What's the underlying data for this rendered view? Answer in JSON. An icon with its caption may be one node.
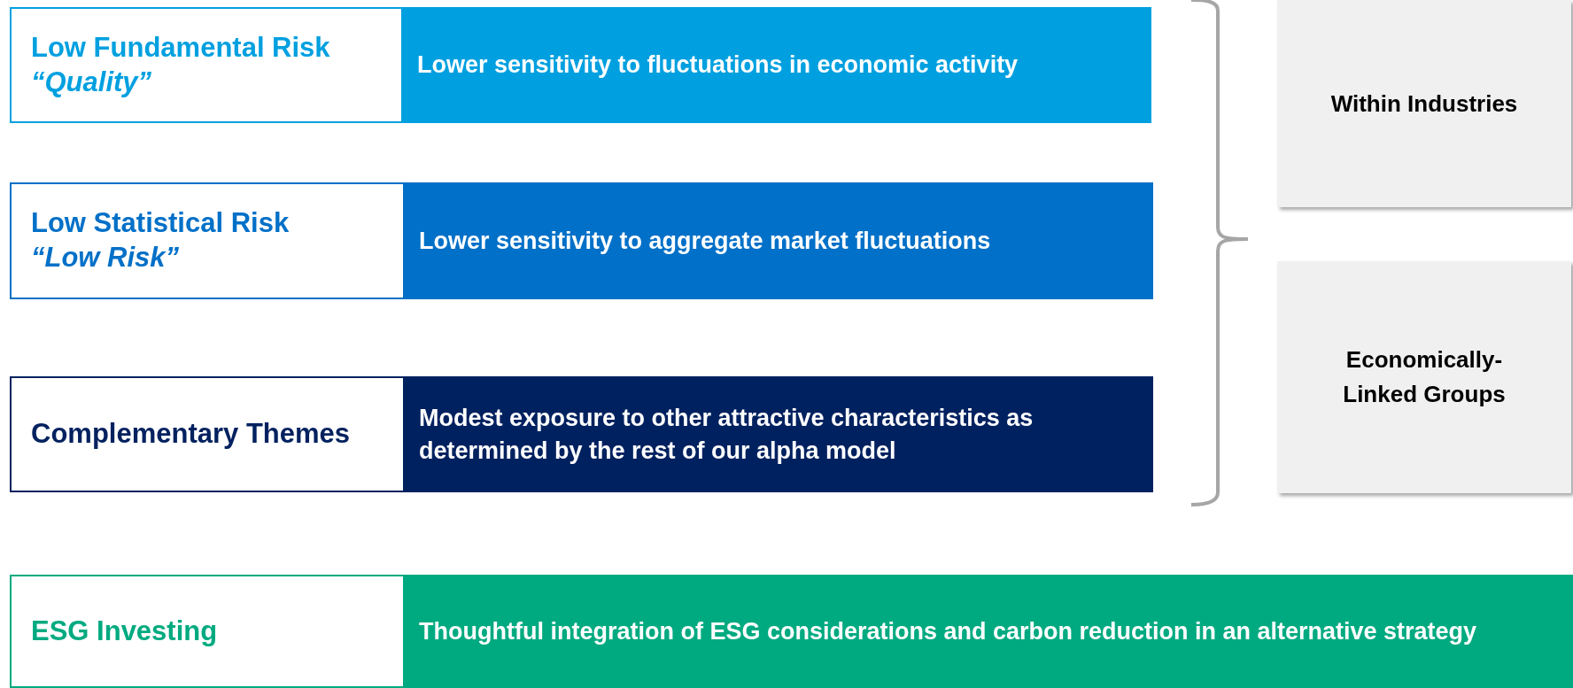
{
  "diagram": {
    "nodes": [
      {
        "text": [
          "Low Fundamental Risk",
          "“Quality”"
        ]
      },
      {
        "text": [
          "Lower sensitivity to fluctuations in economic activity"
        ]
      },
      {
        "text": [
          "Low Statistical Risk",
          "“Low Risk”"
        ]
      },
      {
        "text": [
          "Lower sensitivity to aggregate market fluctuations"
        ]
      },
      {
        "text": [
          "Complementary Themes"
        ]
      },
      {
        "text": [
          "Modest exposure to other attractive characteristics as determined by the rest of our alpha model"
        ]
      },
      {
        "text": [
          "Within Industries"
        ]
      },
      {
        "text": [
          "Economically-Linked Groups"
        ]
      },
      {
        "text": [
          "ESG Investing"
        ]
      },
      {
        "text": [
          "Thoughtful integration of ESG considerations and carbon reduction in an alternative strategy"
        ]
      }
    ],
    "edges": []
  }
}
